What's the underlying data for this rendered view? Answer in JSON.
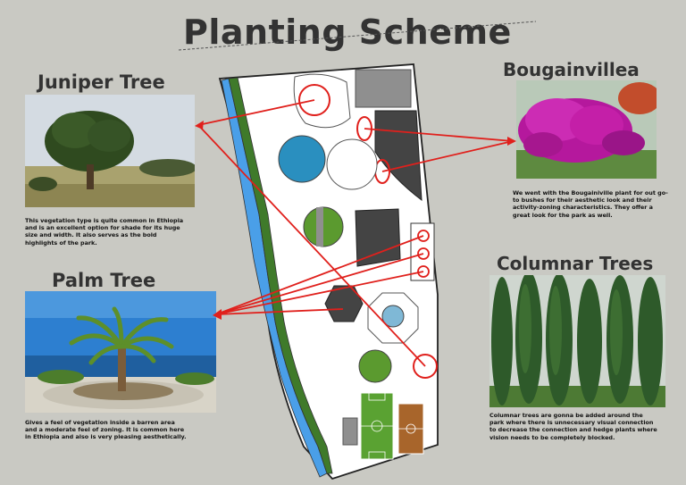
{
  "title": "Planting Scheme",
  "sections": {
    "juniper": {
      "heading": "Juniper Tree",
      "description": "This vegetation type is quite common in Ethiopia and is an excellent option for shade for its huge size and width. It also serves as the bold highlights of the park."
    },
    "palm": {
      "heading": "Palm Tree",
      "description": "Gives a feel of vegetation inside a barren area and a moderate feel of zoning. It is common here in Ethiopia and also is very pleasing aesthetically."
    },
    "bougainvillea": {
      "heading": "Bougainvillea",
      "description": "We went with the Bougainiville plant for out go-to bushes for their aesthetic look and their activity-zoning characteristics. They offer a great look for the park as well."
    },
    "columnar": {
      "heading": "Columnar Trees",
      "description": "Columnar trees are gonna be added around the park where there is unnecessary visual connection to decrease the connection and hedge plants where vision needs to be completely blocked."
    }
  },
  "colors": {
    "background": "#c9c9c3",
    "pointer": "#e0201c",
    "river": "#4a9fe8",
    "green_strip": "#3f7a2a",
    "tree_green": "#5b9a2f",
    "pool_blue": "#2a8fbf",
    "dark_block": "#444444",
    "grey_block": "#8f8f8f",
    "football_field": "#5aa232",
    "court_brown": "#a8652b"
  }
}
